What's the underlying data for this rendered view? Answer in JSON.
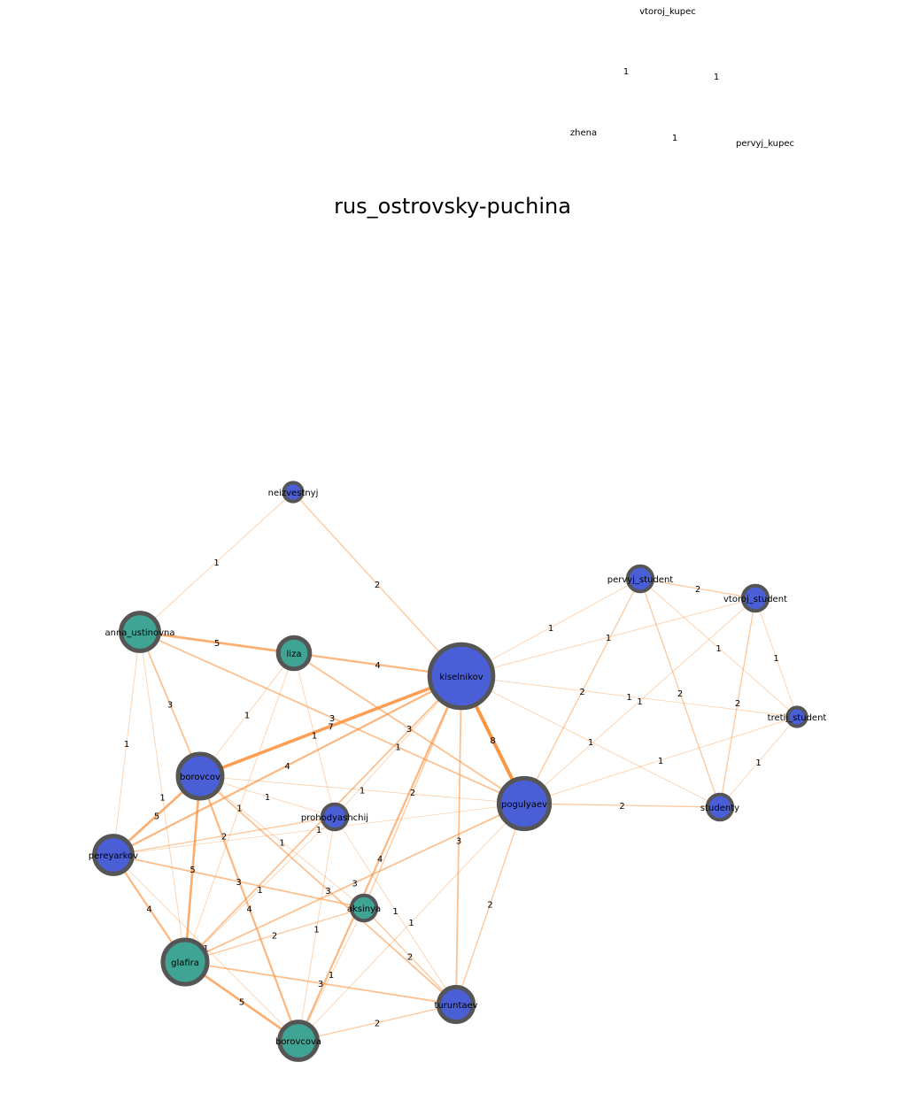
{
  "title": "rus_ostrovsky-puchina",
  "colors": {
    "male": "#4a5fd6",
    "female": "#3fa494",
    "node_border": "#555555",
    "edge": "#fb8c33",
    "background": "#ffffff"
  },
  "detached_graph": {
    "nodes": [
      "vtoroj_kupec",
      "zhena",
      "pervyj_kupec"
    ],
    "edge_labels": [
      "1",
      "1",
      "1"
    ]
  },
  "nodes": [
    {
      "id": "neizvestnyj",
      "label": "neizvestnyj",
      "gender": "male",
      "weight": 1
    },
    {
      "id": "anna_ustinovna",
      "label": "anna_ustinovna",
      "gender": "female",
      "weight": 4
    },
    {
      "id": "liza",
      "label": "liza",
      "gender": "female",
      "weight": 3
    },
    {
      "id": "kiselnikov",
      "label": "kiselnikov",
      "gender": "male",
      "weight": 8
    },
    {
      "id": "borovcov",
      "label": "borovcov",
      "gender": "male",
      "weight": 5
    },
    {
      "id": "prohodyashchij",
      "label": "prohodyashchij",
      "gender": "male",
      "weight": 2
    },
    {
      "id": "pogulyaev",
      "label": "pogulyaev",
      "gender": "male",
      "weight": 6
    },
    {
      "id": "pereyarkov",
      "label": "pereyarkov",
      "gender": "male",
      "weight": 4
    },
    {
      "id": "aksinya",
      "label": "aksinya",
      "gender": "female",
      "weight": 2
    },
    {
      "id": "glafira",
      "label": "glafira",
      "gender": "female",
      "weight": 5
    },
    {
      "id": "borovcova",
      "label": "borovcova",
      "gender": "female",
      "weight": 4
    },
    {
      "id": "turuntaev",
      "label": "turuntaev",
      "gender": "male",
      "weight": 3.5
    },
    {
      "id": "pervyj_student",
      "label": "pervyj_student",
      "gender": "male",
      "weight": 2
    },
    {
      "id": "vtoroj_student",
      "label": "vtoroj_student",
      "gender": "male",
      "weight": 2
    },
    {
      "id": "tretij_student",
      "label": "tretij_student",
      "gender": "male",
      "weight": 1
    },
    {
      "id": "studenty",
      "label": "studenty",
      "gender": "male",
      "weight": 2
    }
  ],
  "edges": [
    {
      "source": "neizvestnyj",
      "target": "anna_ustinovna",
      "weight": 1,
      "label": "1"
    },
    {
      "source": "neizvestnyj",
      "target": "kiselnikov",
      "weight": 2,
      "label": "2"
    },
    {
      "source": "anna_ustinovna",
      "target": "liza",
      "weight": 5,
      "label": "5"
    },
    {
      "source": "liza",
      "target": "kiselnikov",
      "weight": 4,
      "label": "4"
    },
    {
      "source": "anna_ustinovna",
      "target": "borovcov",
      "weight": 3,
      "label": "3"
    },
    {
      "source": "anna_ustinovna",
      "target": "pereyarkov",
      "weight": 1,
      "label": "1"
    },
    {
      "source": "anna_ustinovna",
      "target": "glafira",
      "weight": 1,
      "label": "1"
    },
    {
      "source": "anna_ustinovna",
      "target": "pogulyaev",
      "weight": 3,
      "label": "3"
    },
    {
      "source": "liza",
      "target": "borovcov",
      "weight": 1,
      "label": "1"
    },
    {
      "source": "liza",
      "target": "pogulyaev",
      "weight": 3,
      "label": "3"
    },
    {
      "source": "liza",
      "target": "prohodyashchij",
      "weight": 1,
      "label": "1"
    },
    {
      "source": "liza",
      "target": "glafira",
      "weight": 1,
      "label": "1"
    },
    {
      "source": "kiselnikov",
      "target": "borovcov",
      "weight": 7,
      "label": "7"
    },
    {
      "source": "kiselnikov",
      "target": "pereyarkov",
      "weight": 4,
      "label": "4"
    },
    {
      "source": "kiselnikov",
      "target": "pogulyaev",
      "weight": 8,
      "label": "8"
    },
    {
      "source": "kiselnikov",
      "target": "prohodyashchij",
      "weight": 1,
      "label": "1"
    },
    {
      "source": "kiselnikov",
      "target": "glafira",
      "weight": 3,
      "label": "3"
    },
    {
      "source": "kiselnikov",
      "target": "aksinya",
      "weight": 2,
      "label": "2"
    },
    {
      "source": "kiselnikov",
      "target": "borovcova",
      "weight": 4,
      "label": "4"
    },
    {
      "source": "kiselnikov",
      "target": "turuntaev",
      "weight": 3,
      "label": "3"
    },
    {
      "source": "kiselnikov",
      "target": "pervyj_student",
      "weight": 1,
      "label": "1"
    },
    {
      "source": "kiselnikov",
      "target": "vtoroj_student",
      "weight": 1,
      "label": "1"
    },
    {
      "source": "kiselnikov",
      "target": "tretij_student",
      "weight": 1,
      "label": "1"
    },
    {
      "source": "kiselnikov",
      "target": "studenty",
      "weight": 1,
      "label": "1"
    },
    {
      "source": "borovcov",
      "target": "pogulyaev",
      "weight": 1,
      "label": "1"
    },
    {
      "source": "borovcov",
      "target": "prohodyashchij",
      "weight": 1,
      "label": "1"
    },
    {
      "source": "borovcov",
      "target": "pereyarkov",
      "weight": 5,
      "label": "5"
    },
    {
      "source": "borovcov",
      "target": "glafira",
      "weight": 5,
      "label": "5"
    },
    {
      "source": "borovcov",
      "target": "borovcova",
      "weight": 4,
      "label": "4"
    },
    {
      "source": "borovcov",
      "target": "aksinya",
      "weight": 1,
      "label": "1"
    },
    {
      "source": "borovcov",
      "target": "turuntaev",
      "weight": 3,
      "label": "3"
    },
    {
      "source": "pogulyaev",
      "target": "pereyarkov",
      "weight": 1,
      "label": "1"
    },
    {
      "source": "pogulyaev",
      "target": "glafira",
      "weight": 3,
      "label": "3"
    },
    {
      "source": "pogulyaev",
      "target": "borovcova",
      "weight": 1,
      "label": "1"
    },
    {
      "source": "pogulyaev",
      "target": "turuntaev",
      "weight": 2,
      "label": "2"
    },
    {
      "source": "pogulyaev",
      "target": "studenty",
      "weight": 2,
      "label": "2"
    },
    {
      "source": "pogulyaev",
      "target": "pervyj_student",
      "weight": 2,
      "label": "2"
    },
    {
      "source": "pogulyaev",
      "target": "vtoroj_student",
      "weight": 1,
      "label": "1"
    },
    {
      "source": "pogulyaev",
      "target": "tretij_student",
      "weight": 1,
      "label": "1"
    },
    {
      "source": "prohodyashchij",
      "target": "pereyarkov",
      "weight": 2,
      "label": "2"
    },
    {
      "source": "prohodyashchij",
      "target": "glafira",
      "weight": 1,
      "label": "1"
    },
    {
      "source": "prohodyashchij",
      "target": "turuntaev",
      "weight": 1,
      "label": "1"
    },
    {
      "source": "prohodyashchij",
      "target": "borovcova",
      "weight": 1,
      "label": "1"
    },
    {
      "source": "pereyarkov",
      "target": "glafira",
      "weight": 4,
      "label": "4"
    },
    {
      "source": "pereyarkov",
      "target": "aksinya",
      "weight": 3,
      "label": "3"
    },
    {
      "source": "pereyarkov",
      "target": "borovcova",
      "weight": 1,
      "label": "1"
    },
    {
      "source": "glafira",
      "target": "aksinya",
      "weight": 2,
      "label": "2"
    },
    {
      "source": "glafira",
      "target": "borovcova",
      "weight": 5,
      "label": "5"
    },
    {
      "source": "glafira",
      "target": "turuntaev",
      "weight": 3,
      "label": "3"
    },
    {
      "source": "aksinya",
      "target": "turuntaev",
      "weight": 2,
      "label": "2"
    },
    {
      "source": "aksinya",
      "target": "borovcova",
      "weight": 1,
      "label": "1"
    },
    {
      "source": "borovcova",
      "target": "turuntaev",
      "weight": 2,
      "label": "2"
    },
    {
      "source": "pervyj_student",
      "target": "vtoroj_student",
      "weight": 2,
      "label": "2"
    },
    {
      "source": "pervyj_student",
      "target": "tretij_student",
      "weight": 1,
      "label": "1"
    },
    {
      "source": "pervyj_student",
      "target": "studenty",
      "weight": 2,
      "label": "2"
    },
    {
      "source": "vtoroj_student",
      "target": "tretij_student",
      "weight": 1,
      "label": "1"
    },
    {
      "source": "vtoroj_student",
      "target": "studenty",
      "weight": 2,
      "label": "2"
    },
    {
      "source": "tretij_student",
      "target": "studenty",
      "weight": 1,
      "label": "1"
    }
  ]
}
